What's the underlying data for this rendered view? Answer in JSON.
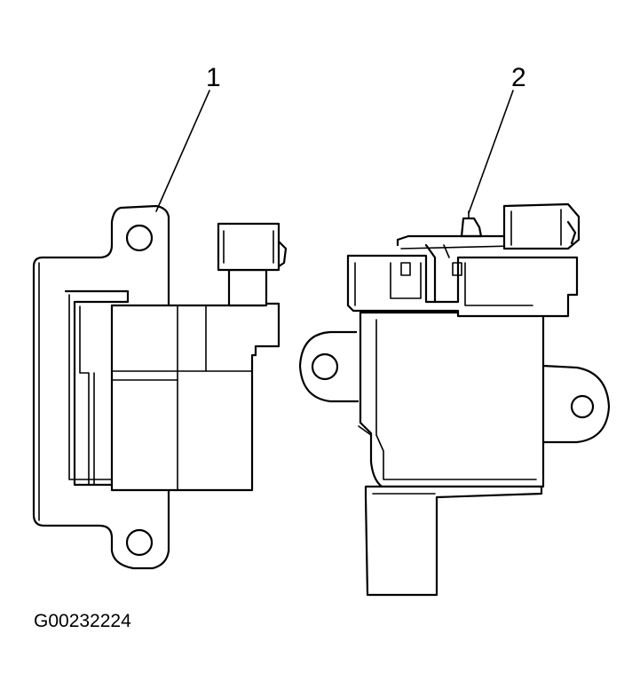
{
  "callouts": [
    {
      "id": "1",
      "label": "1"
    },
    {
      "id": "2",
      "label": "2"
    }
  ],
  "figure_id": "G00232224",
  "colors": {
    "line": "#000000",
    "background": "#ffffff"
  }
}
